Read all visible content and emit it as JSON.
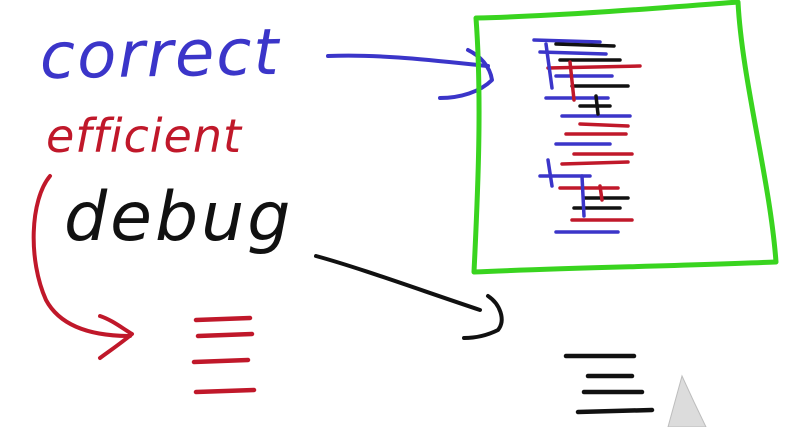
{
  "words": {
    "correct": "correct",
    "efficient": "efficient",
    "debug": "debug"
  },
  "colors": {
    "background": "#ffffff",
    "blue": "#3b35c9",
    "red": "#c0182a",
    "black": "#111111",
    "green": "#39d41f",
    "cursor": "#dcdcdc"
  },
  "icons": {
    "cursor": "mouse-pointer-icon"
  }
}
